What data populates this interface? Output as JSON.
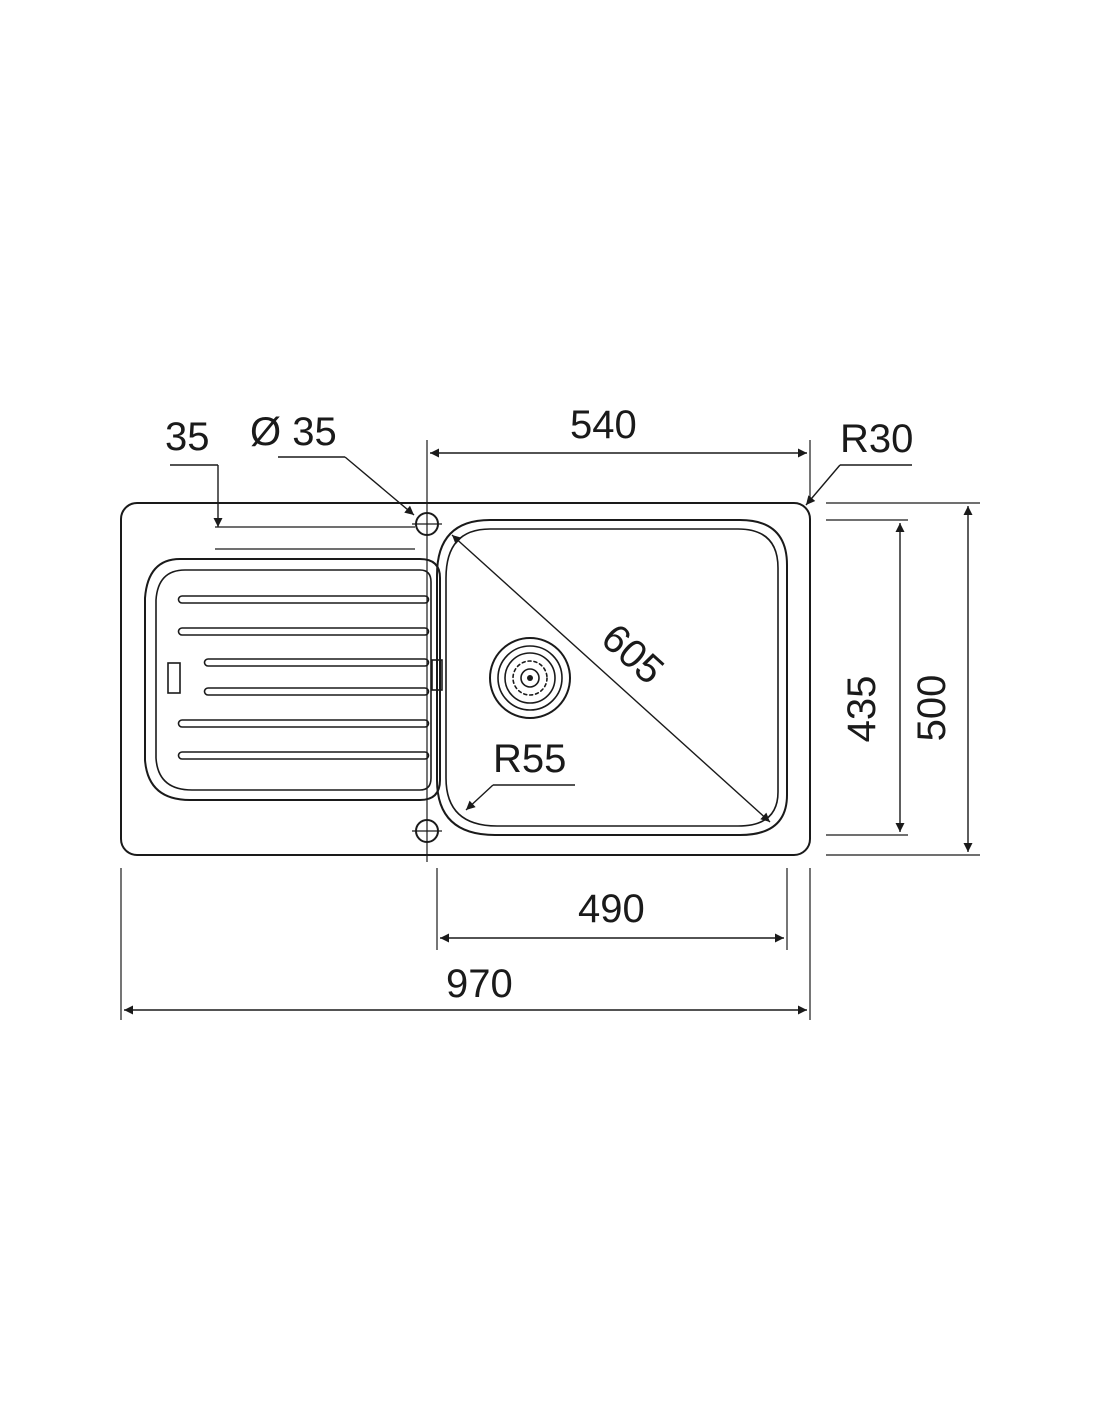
{
  "dimensions": {
    "drainboard_offset": "35",
    "tap_hole_diameter": "Ø 35",
    "bowl_width_top": "540",
    "corner_radius_outer": "R30",
    "bowl_diagonal": "605",
    "bowl_depth": "435",
    "overall_depth": "500",
    "bowl_corner_radius": "R55",
    "bowl_width_bottom": "490",
    "overall_width": "970"
  }
}
